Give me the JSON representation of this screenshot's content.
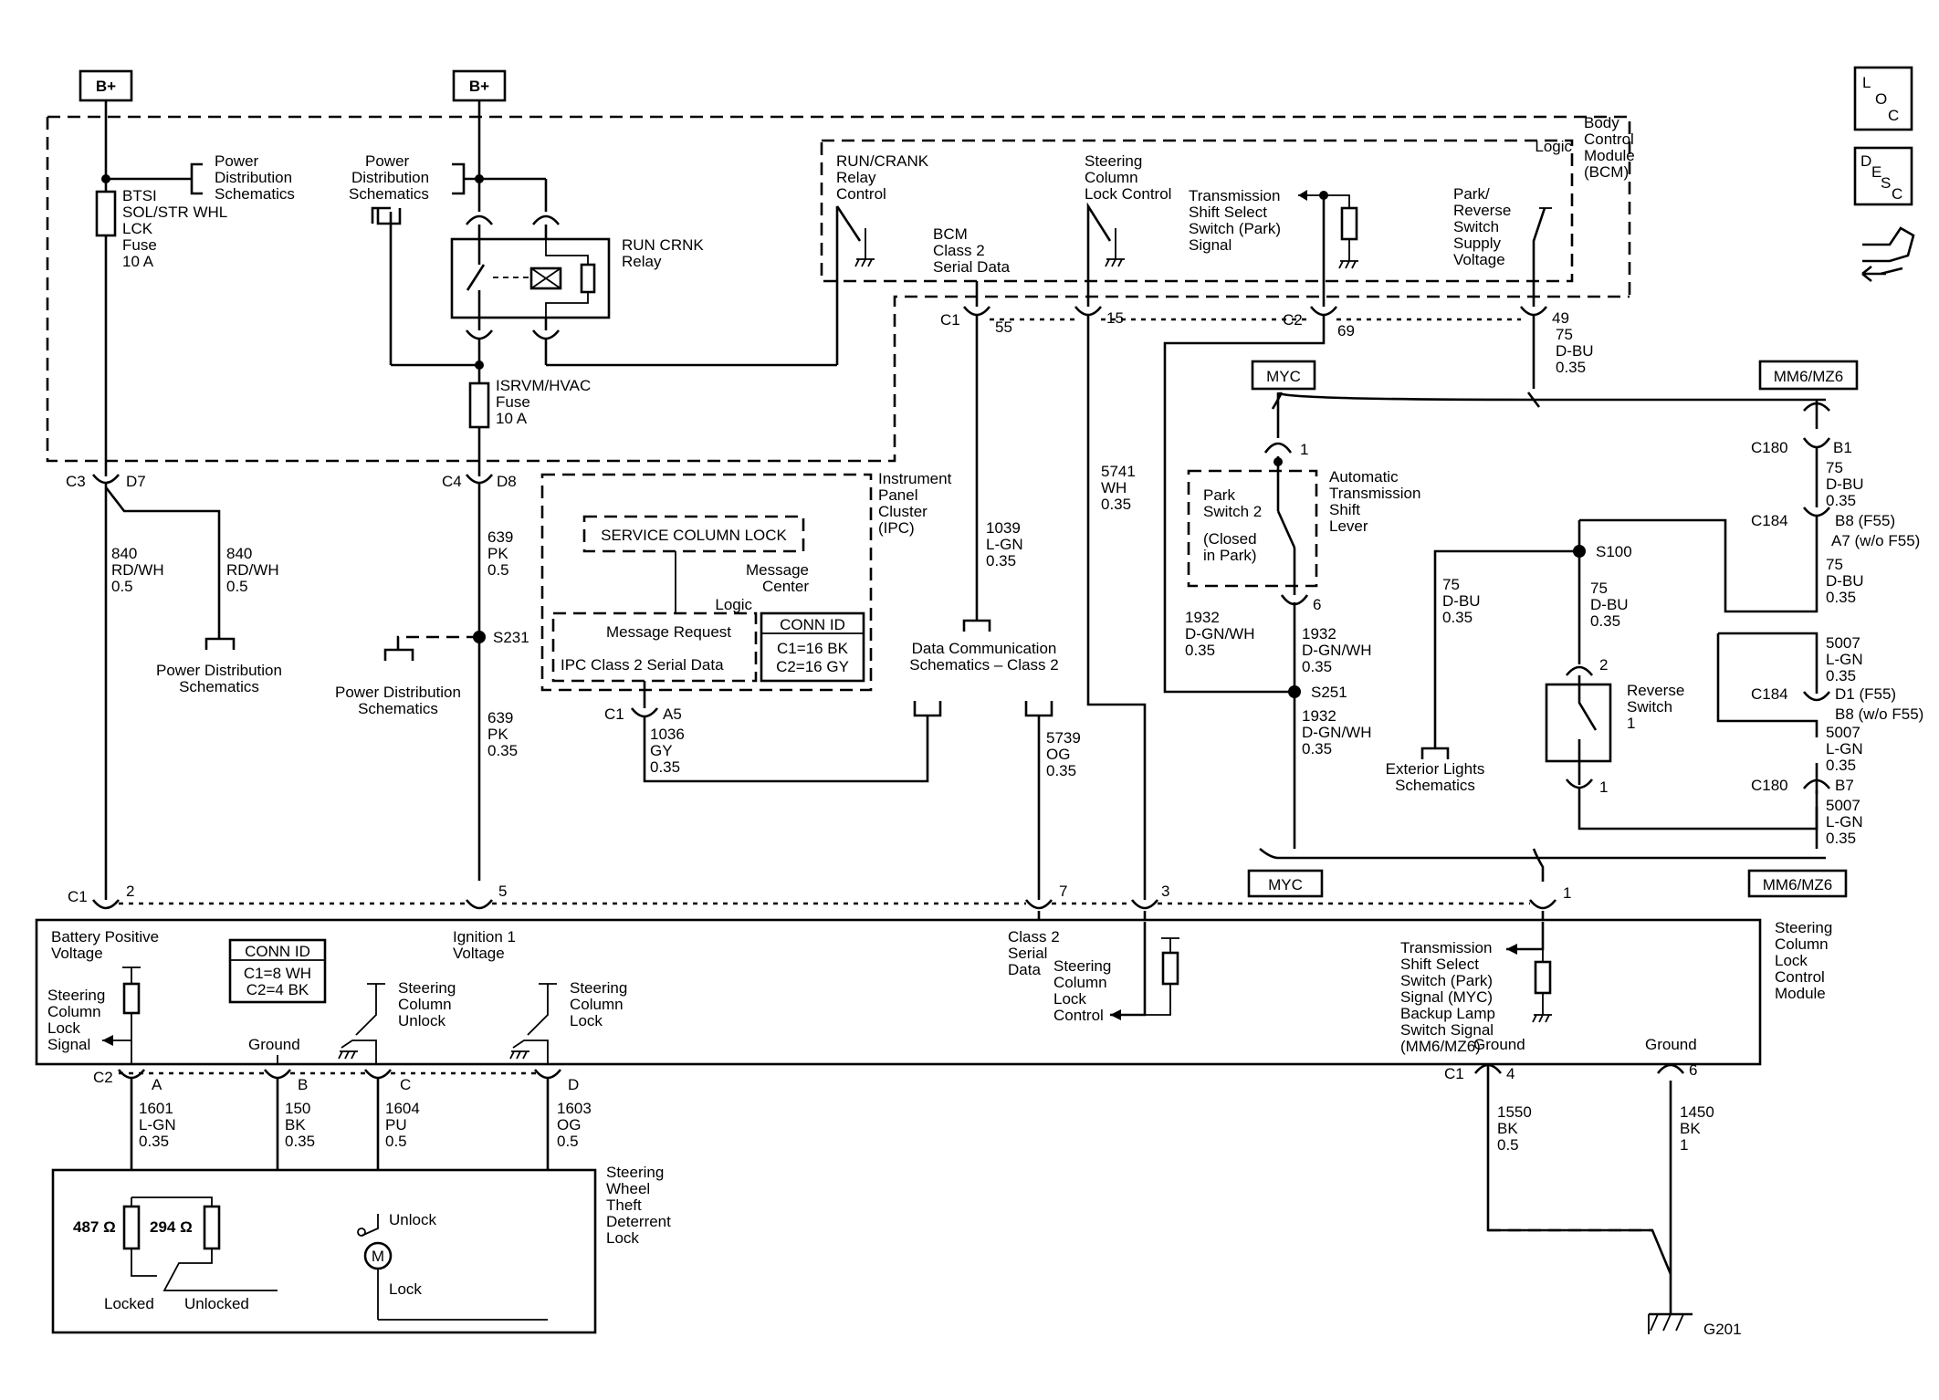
{
  "supply": {
    "b_plus_1": "B+",
    "b_plus_2": "B+"
  },
  "side_icons": {
    "loc": [
      "L",
      "O",
      "C"
    ],
    "desc": [
      "D",
      "E",
      "S",
      "C"
    ]
  },
  "bcm": {
    "title": [
      "Body",
      "Control",
      "Module",
      "(BCM)"
    ],
    "logic": "Logic",
    "run_crank_ctrl": [
      "RUN/CRANK",
      "Relay",
      "Control"
    ],
    "steering_lock_ctrl": [
      "Steering",
      "Column",
      "Lock Control"
    ],
    "trans_signal": [
      "Transmission",
      "Shift Select",
      "Switch (Park)",
      "Signal"
    ],
    "park_reverse": [
      "Park/",
      "Reverse",
      "Switch",
      "Supply",
      "Voltage"
    ],
    "class2": [
      "BCM",
      "Class 2",
      "Serial Data"
    ]
  },
  "underhood": {
    "pd1": [
      "Power",
      "Distribution",
      "Schematics"
    ],
    "pd2": [
      "Power",
      "Distribution",
      "Schematics"
    ],
    "fuse1": [
      "BTSI",
      "SOL/STR WHL",
      "LCK",
      "Fuse",
      "10 A"
    ],
    "relay": [
      "RUN CRNK",
      "Relay"
    ],
    "fuse2": [
      "ISRVM/HVAC",
      "Fuse",
      "10 A"
    ]
  },
  "connectors": {
    "c3": "C3",
    "d7": "D7",
    "c4": "C4",
    "d8": "D8",
    "c1_55": "C1",
    "p55": "55",
    "p15": "15",
    "c2_69": "C2",
    "p69": "69",
    "p49": "49",
    "c1_a5": "C1",
    "a5": "A5",
    "s231": "S231",
    "s251": "S251",
    "s100": "S100",
    "c180_b1": "C180",
    "b1": "B1",
    "c184_b8": "C184",
    "b8": "B8 (F55)",
    "a7": "A7 (w/o F55)",
    "c184_d1": "C184",
    "d1": "D1 (F55)",
    "b8b": "B8 (w/o F55)",
    "c180_b7": "C180",
    "b7": "B7",
    "c1_2": "C1",
    "p2": "2",
    "p5": "5",
    "p7": "7",
    "p3": "3",
    "p1": "1",
    "c2_a": "C2",
    "pa": "A",
    "pb": "B",
    "pc": "C",
    "pd": "D",
    "c1_4": "C1",
    "p4": "4",
    "p6": "6",
    "g201": "G201",
    "park_1": "1",
    "park_6": "6",
    "rev_2": "2",
    "rev_1": "1"
  },
  "wires": {
    "w840a": [
      "840",
      "RD/WH",
      "0.5"
    ],
    "w840b": [
      "840",
      "RD/WH",
      "0.5"
    ],
    "w639a": [
      "639",
      "PK",
      "0.5"
    ],
    "w639b": [
      "639",
      "PK",
      "0.35"
    ],
    "w1039": [
      "1039",
      "L-GN",
      "0.35"
    ],
    "w5741": [
      "5741",
      "WH",
      "0.35"
    ],
    "w1036": [
      "1036",
      "GY",
      "0.35"
    ],
    "w5739": [
      "5739",
      "OG",
      "0.35"
    ],
    "w75top": [
      "75",
      "D-BU",
      "0.35"
    ],
    "w1932a": [
      "1932",
      "D-GN/WH",
      "0.35"
    ],
    "w1932b": [
      "1932",
      "D-GN/WH",
      "0.35"
    ],
    "w1932c": [
      "1932",
      "D-GN/WH",
      "0.35"
    ],
    "w75a": [
      "75",
      "D-BU",
      "0.35"
    ],
    "w75b": [
      "75",
      "D-BU",
      "0.35"
    ],
    "w75c": [
      "75",
      "D-BU",
      "0.35"
    ],
    "w75d": [
      "75",
      "D-BU",
      "0.35"
    ],
    "w5007a": [
      "5007",
      "L-GN",
      "0.35"
    ],
    "w5007b": [
      "5007",
      "L-GN",
      "0.35"
    ],
    "w5007c": [
      "5007",
      "L-GN",
      "0.35"
    ],
    "w1601": [
      "1601",
      "L-GN",
      "0.35"
    ],
    "w150": [
      "150",
      "BK",
      "0.35"
    ],
    "w1604": [
      "1604",
      "PU",
      "0.5"
    ],
    "w1603": [
      "1603",
      "OG",
      "0.5"
    ],
    "w1550": [
      "1550",
      "BK",
      "0.5"
    ],
    "w1450": [
      "1450",
      "BK",
      "1"
    ]
  },
  "ipc": {
    "title": [
      "Instrument",
      "Panel",
      "Cluster",
      "(IPC)"
    ],
    "service": "SERVICE COLUMN LOCK",
    "msg_center": [
      "Message",
      "Center"
    ],
    "logic": "Logic",
    "msg_request": "Message Request",
    "serial": "IPC Class 2 Serial Data",
    "conn_id": "CONN ID",
    "c1": "C1=16 BK",
    "c2": "C2=16 GY"
  },
  "misc": {
    "pd_left": [
      "Power Distribution",
      "Schematics"
    ],
    "pd_mid": [
      "Power Distribution",
      "Schematics"
    ],
    "data_comm": [
      "Data Communication",
      "Schematics – Class 2"
    ],
    "myc1": "MYC",
    "mm6_1": "MM6/MZ6",
    "myc2": "MYC",
    "mm6_2": "MM6/MZ6",
    "park_sw": [
      "Park",
      "Switch 2"
    ],
    "park_closed": [
      "(Closed",
      "in Park)"
    ],
    "auto_lever": [
      "Automatic",
      "Transmission",
      "Shift",
      "Lever"
    ],
    "ext_lights": [
      "Exterior Lights",
      "Schematics"
    ],
    "reverse": [
      "Reverse",
      "Switch",
      "1"
    ]
  },
  "sclcm": {
    "title": [
      "Steering",
      "Column",
      "Lock",
      "Control",
      "Module"
    ],
    "bat": [
      "Battery Positive",
      "Voltage"
    ],
    "ign": [
      "Ignition 1",
      "Voltage"
    ],
    "class2": [
      "Class 2",
      "Serial",
      "Data"
    ],
    "lock_ctrl": [
      "Steering",
      "Column",
      "Lock",
      "Control"
    ],
    "trans": [
      "Transmission",
      "Shift Select",
      "Switch (Park)",
      "Signal (MYC)",
      "Backup Lamp",
      "Switch Signal",
      "(MM6/MZ6)"
    ],
    "conn_id": "CONN ID",
    "c1": "C1=8 WH",
    "c2": "C2=4 BK",
    "lock_signal": [
      "Steering",
      "Column",
      "Lock",
      "Signal"
    ],
    "ground": "Ground",
    "unlock": [
      "Steering",
      "Column",
      "Unlock"
    ],
    "lock": [
      "Steering",
      "Column",
      "Lock"
    ],
    "ground_r1": "Ground",
    "ground_r2": "Ground"
  },
  "swtdl": {
    "title": [
      "Steering",
      "Wheel",
      "Theft",
      "Deterrent",
      "Lock"
    ],
    "r1": "487 Ω",
    "r2": "294 Ω",
    "locked": "Locked",
    "unlocked": "Unlocked",
    "unlock": "Unlock",
    "lock": "Lock",
    "motor": "M"
  }
}
